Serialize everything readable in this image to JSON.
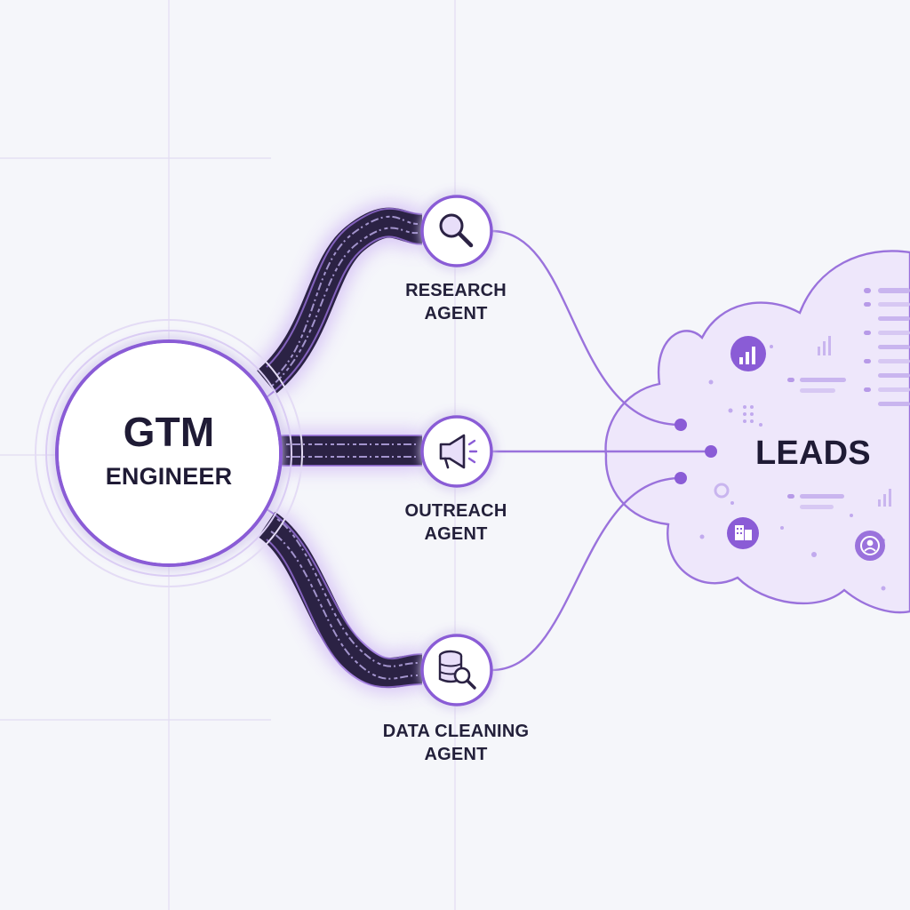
{
  "hub": {
    "title": "GTM",
    "subtitle": "ENGINEER"
  },
  "agents": [
    {
      "line1": "RESEARCH",
      "line2": "AGENT",
      "icon": "magnifier-icon"
    },
    {
      "line1": "OUTREACH",
      "line2": "AGENT",
      "icon": "megaphone-icon"
    },
    {
      "line1": "DATA CLEANING",
      "line2": "AGENT",
      "icon": "database-search-icon"
    }
  ],
  "destination": {
    "label": "LEADS"
  },
  "colors": {
    "background": "#f5f6fa",
    "accent": "#8a5cd6",
    "accent_light": "#eee7fb",
    "pipe": "#2b2244",
    "text": "#1f1b35",
    "code_text": "#b8a8e6"
  }
}
